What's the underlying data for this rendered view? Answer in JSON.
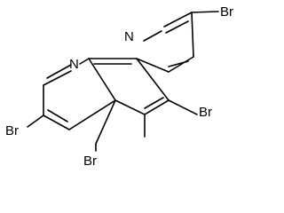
{
  "molecule": {
    "atoms": {
      "n1": "N",
      "n2": "N",
      "br1": "Br",
      "br2": "Br",
      "br3": "Br",
      "br4": "Br"
    }
  },
  "colors": {
    "bond": "#000000",
    "label": "#000000",
    "background": "#ffffff"
  }
}
